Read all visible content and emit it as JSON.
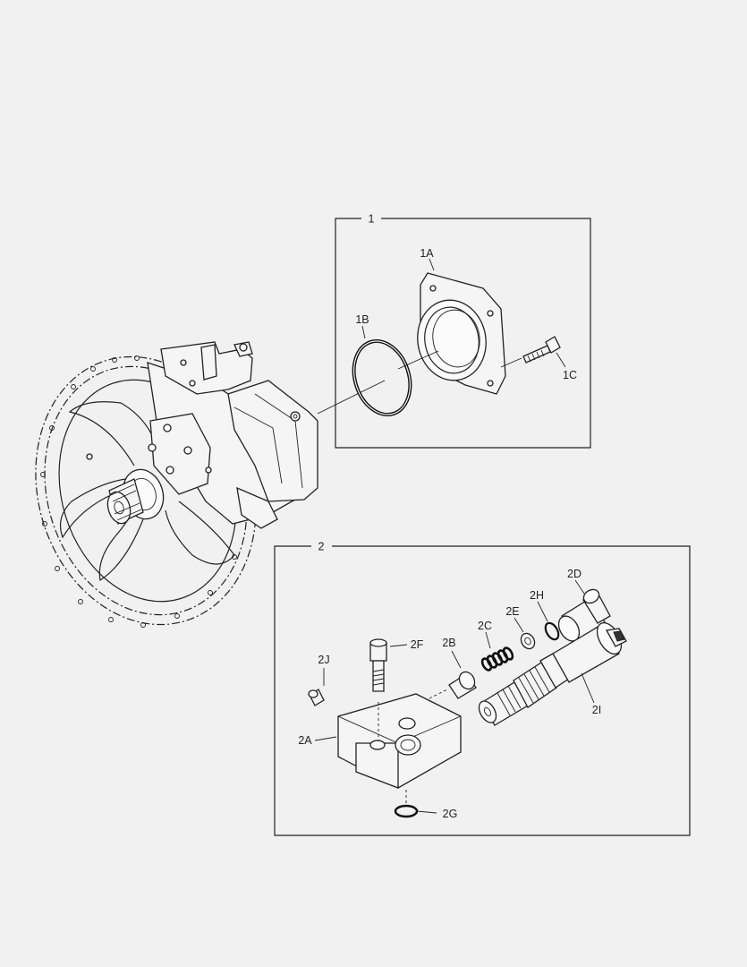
{
  "group_1": {
    "number": "1",
    "parts": {
      "flange": "1A",
      "o_ring": "1B",
      "bolt": "1C"
    }
  },
  "group_2": {
    "number": "2",
    "parts": {
      "block": "2A",
      "nozzle": "2B",
      "spring": "2C",
      "plug": "2D",
      "washer": "2E",
      "screw": "2F",
      "o_ring_bottom": "2G",
      "o_ring_small": "2H",
      "solenoid": "2I",
      "pin": "2J"
    }
  }
}
